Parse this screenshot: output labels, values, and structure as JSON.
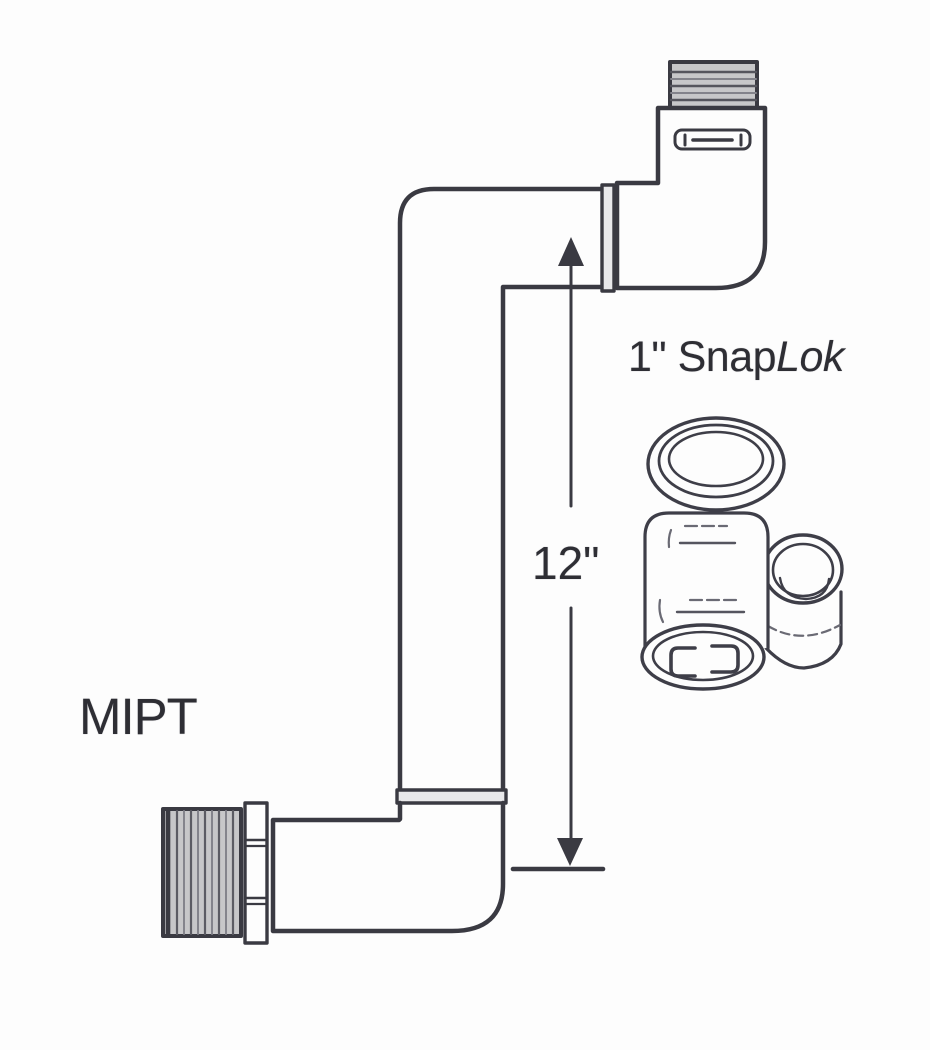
{
  "figure": {
    "description": "Technical line drawing of a 12-inch swing joint riser pipe with MIPT threaded inlet, street elbow outlet, and a 1 inch SnapLok fitting shown separately",
    "labels": {
      "mipt": "MIPT",
      "dimension": "12\"",
      "snaplok_prefix": "1\" Snap",
      "snaplok_italic": "Lok"
    },
    "dimension_annotation": {
      "value": "12\"",
      "style": "vertical double-arrow with bottom tick line"
    },
    "colors": {
      "ink": "#3a3a42",
      "detail_ink": "#63636c",
      "thread_fill": "#c7c7c9",
      "band_fill": "#e9e9eb",
      "text": "#2e2e34",
      "background": "#fdfdfd"
    }
  }
}
